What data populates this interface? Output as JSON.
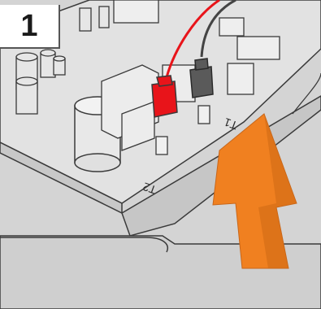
{
  "step": {
    "number": "1"
  },
  "terminals": {
    "t1": "T1",
    "t2": "T2"
  },
  "colors": {
    "red_connector": "#e8141a",
    "black_connector": "#5a5a5a",
    "arrow": "#f08020",
    "panel": "#d8d8d8",
    "outline": "#3a3a3a"
  },
  "icons": {
    "arrow": "up-arrow-icon",
    "red_connector": "red-spade-connector-icon",
    "black_connector": "black-spade-connector-icon"
  }
}
